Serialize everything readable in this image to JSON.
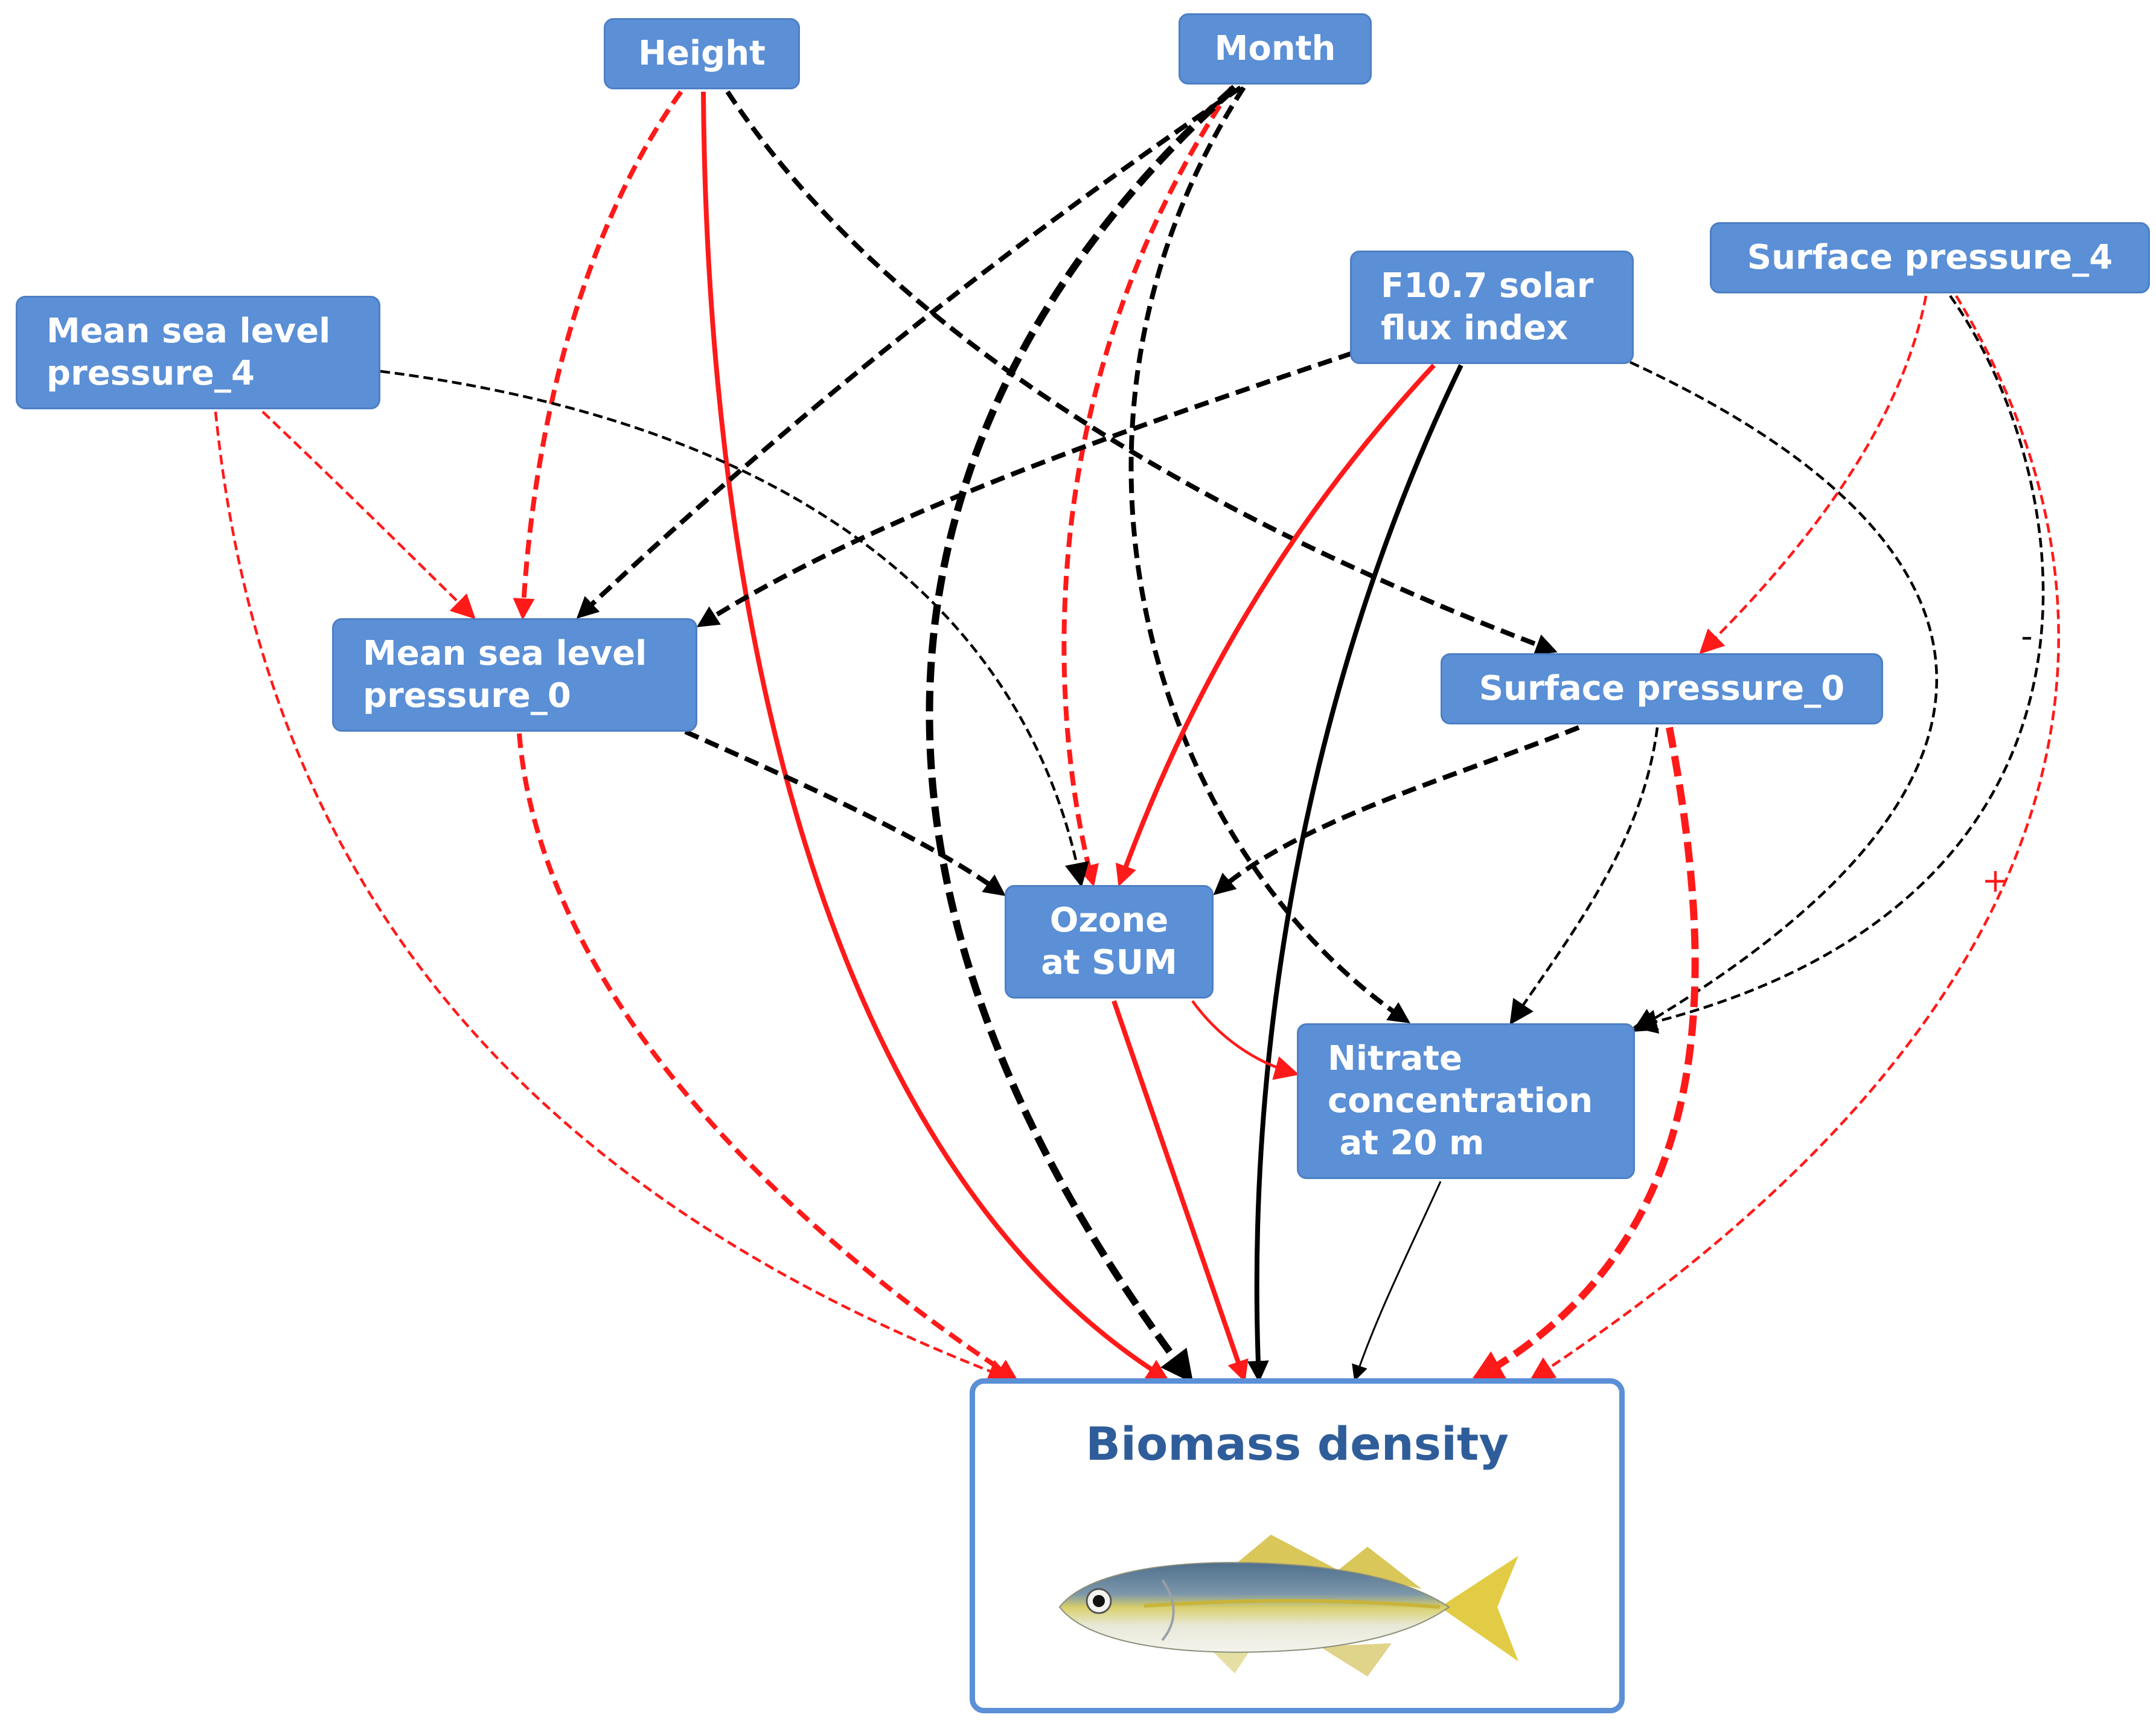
{
  "nodes": {
    "height": [
      "Height"
    ],
    "month": [
      "Month"
    ],
    "mslp4": [
      "Mean sea level",
      "pressure_4"
    ],
    "f107": [
      "F10.7 solar",
      "flux index"
    ],
    "sp4": [
      "Surface pressure_4"
    ],
    "mslp0": [
      "Mean sea level",
      "pressure_0"
    ],
    "sp0": [
      "Surface pressure_0"
    ],
    "ozone": [
      "Ozone",
      "at SUM"
    ],
    "nitrate": [
      "Nitrate",
      "concentration",
      " at 20 m"
    ]
  },
  "target": {
    "title": "Biomass density",
    "image": "fish-illustration"
  },
  "colors": {
    "node_fill": "#5b8fd6",
    "positive": "#ff1a1a",
    "negative": "#000000",
    "title": "#2f5d9a"
  },
  "edge_signs": {
    "plus": "+",
    "minus": "-"
  },
  "edges": [
    {
      "from": "height",
      "to": "mslp0",
      "color": "red",
      "style": "dashed",
      "weight": "thick"
    },
    {
      "from": "height",
      "to": "biomass",
      "color": "red",
      "style": "solid",
      "weight": "thick"
    },
    {
      "from": "height",
      "to": "sp0",
      "color": "black",
      "style": "dashed",
      "weight": "thick"
    },
    {
      "from": "month",
      "to": "mslp0",
      "color": "black",
      "style": "dashed",
      "weight": "thick"
    },
    {
      "from": "month",
      "to": "ozone",
      "color": "red",
      "style": "dashed",
      "weight": "thick"
    },
    {
      "from": "month",
      "to": "biomass",
      "color": "black",
      "style": "dashed",
      "weight": "heavy"
    },
    {
      "from": "month",
      "to": "nitrate",
      "color": "black",
      "style": "dashed",
      "weight": "thick"
    },
    {
      "from": "mslp4",
      "to": "mslp0",
      "color": "red",
      "style": "dashed",
      "weight": "thin"
    },
    {
      "from": "mslp4",
      "to": "ozone",
      "color": "black",
      "style": "dashed",
      "weight": "thin"
    },
    {
      "from": "mslp4",
      "to": "biomass",
      "color": "red",
      "style": "dashed",
      "weight": "thin"
    },
    {
      "from": "f107",
      "to": "mslp0",
      "color": "black",
      "style": "dashed",
      "weight": "thick"
    },
    {
      "from": "f107",
      "to": "ozone",
      "color": "red",
      "style": "solid",
      "weight": "thick"
    },
    {
      "from": "f107",
      "to": "biomass",
      "color": "black",
      "style": "solid",
      "weight": "thick"
    },
    {
      "from": "f107",
      "to": "nitrate",
      "color": "black",
      "style": "dashed",
      "weight": "thin"
    },
    {
      "from": "sp4",
      "to": "sp0",
      "color": "red",
      "style": "dashed",
      "weight": "thin"
    },
    {
      "from": "sp4",
      "to": "nitrate",
      "color": "black",
      "style": "dashed",
      "weight": "thin"
    },
    {
      "from": "sp4",
      "to": "biomass",
      "color": "red",
      "style": "dashed",
      "weight": "thin"
    },
    {
      "from": "mslp0",
      "to": "ozone",
      "color": "black",
      "style": "dashed",
      "weight": "thick"
    },
    {
      "from": "mslp0",
      "to": "biomass",
      "color": "red",
      "style": "dashed",
      "weight": "thick"
    },
    {
      "from": "sp0",
      "to": "ozone",
      "color": "black",
      "style": "dashed",
      "weight": "thick"
    },
    {
      "from": "sp0",
      "to": "nitrate",
      "color": "black",
      "style": "dashed",
      "weight": "thin"
    },
    {
      "from": "sp0",
      "to": "biomass",
      "color": "red",
      "style": "dashed",
      "weight": "heavy"
    },
    {
      "from": "ozone",
      "to": "nitrate",
      "color": "red",
      "style": "solid",
      "weight": "thin"
    },
    {
      "from": "ozone",
      "to": "biomass",
      "color": "red",
      "style": "solid",
      "weight": "thick"
    },
    {
      "from": "nitrate",
      "to": "biomass",
      "color": "black",
      "style": "solid",
      "weight": "hair"
    }
  ]
}
